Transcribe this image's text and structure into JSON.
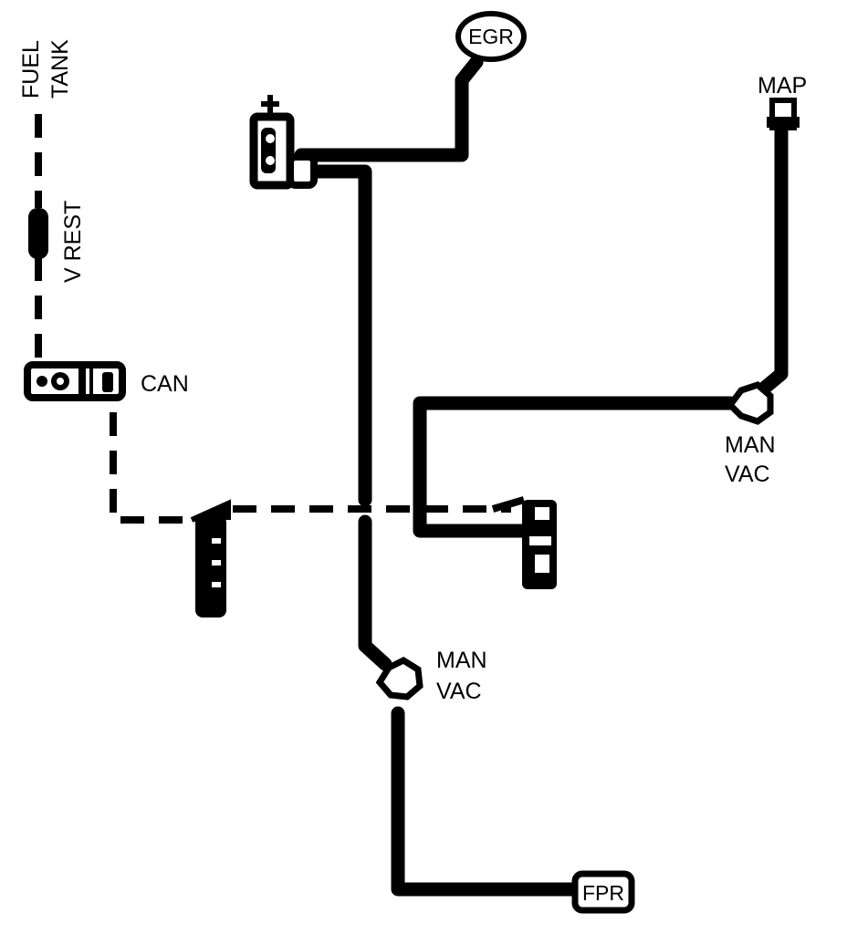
{
  "labels": {
    "fuel": "FUEL",
    "tank": "TANK",
    "v_rest": "V REST",
    "can": "CAN",
    "egr": "EGR",
    "map": "MAP",
    "man_vac_right_line1": "MAN",
    "man_vac_right_line2": "VAC",
    "man_vac_lower_line1": "MAN",
    "man_vac_lower_line2": "VAC",
    "fpr": "FPR"
  },
  "colors": {
    "line": "#000000",
    "background": "#ffffff"
  }
}
